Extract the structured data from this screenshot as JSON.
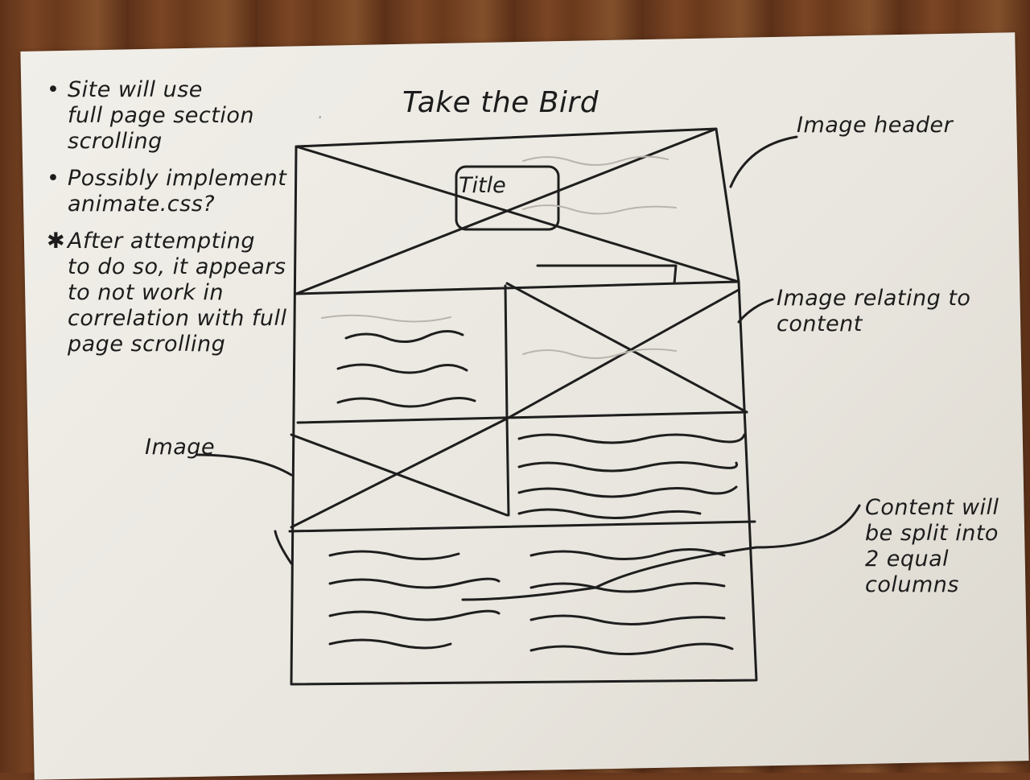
{
  "sketch": {
    "page_title": "Take the Bird",
    "hero_title": "Title",
    "notes": [
      {
        "bullet": "•",
        "text": "Site will use\nfull page section\nscrolling"
      },
      {
        "bullet": "•",
        "text": "Possibly implement\nanimate.css?"
      },
      {
        "bullet": "✱",
        "text": "After attempting\nto do so, it appears\nto not work in\ncorrelation with full\npage scrolling"
      }
    ],
    "annotations": {
      "image_header": "Image header",
      "image_relating": "Image relating to\ncontent",
      "image": "Image",
      "content_split": "Content will\nbe split into\n2 equal\ncolumns"
    }
  }
}
